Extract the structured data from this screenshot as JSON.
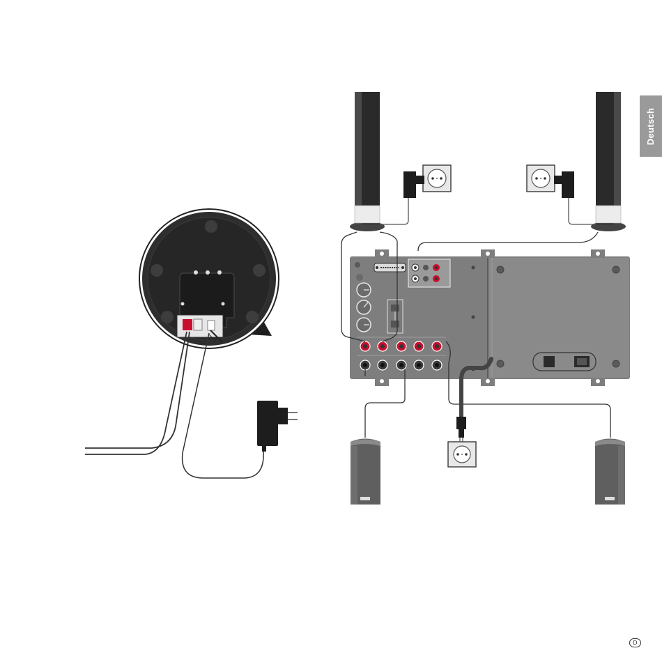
{
  "sidebar": {
    "language_tab": "Deutsch"
  },
  "footer": {
    "page_marker": "D"
  },
  "colors": {
    "device_grey": "#7e7e7e",
    "device_light": "#8d8d8d",
    "speaker_dark": "#2b2b2b",
    "rca_red": "#c8102e",
    "cable": "#555555",
    "lang_tab": "#9a9a9a"
  },
  "icons": [
    "subwoofer-back-view",
    "power-adapter-icon",
    "wall-socket-icon",
    "tower-speaker-icon",
    "satellite-speaker-icon",
    "power-plug-icon"
  ]
}
